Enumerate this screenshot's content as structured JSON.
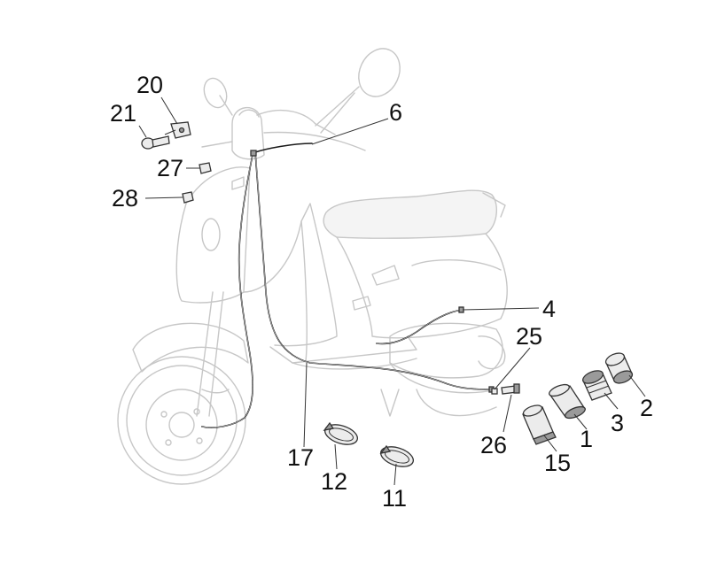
{
  "callouts": {
    "c1": "1",
    "c2": "2",
    "c3": "3",
    "c4": "4",
    "c6": "6",
    "c11": "11",
    "c12": "12",
    "c15": "15",
    "c17": "17",
    "c20": "20",
    "c21": "21",
    "c25": "25",
    "c26": "26",
    "c27": "27",
    "c28": "28"
  },
  "colors": {
    "outline": "#c7c7c7",
    "cable": "#1a1a1a",
    "text": "#111111"
  }
}
